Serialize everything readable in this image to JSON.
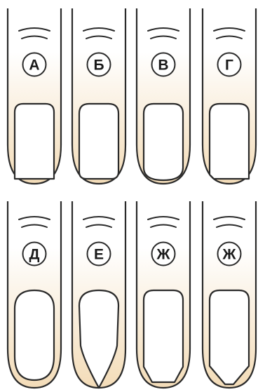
{
  "diagram": {
    "colors": {
      "finger_top": "#ffffff",
      "finger_bottom": "#f3dcb8",
      "outline": "#2a2a2a",
      "nail": "#ffffff"
    },
    "fingers": [
      {
        "label": "А",
        "nail_shape": "square"
      },
      {
        "label": "Б",
        "nail_shape": "squoval"
      },
      {
        "label": "В",
        "nail_shape": "round"
      },
      {
        "label": "Г",
        "nail_shape": "square-slanted"
      },
      {
        "label": "Д",
        "nail_shape": "oval"
      },
      {
        "label": "Е",
        "nail_shape": "stiletto"
      },
      {
        "label": "Ж",
        "nail_shape": "edge"
      },
      {
        "label": "Ж",
        "nail_shape": "edge-pointed"
      }
    ]
  }
}
